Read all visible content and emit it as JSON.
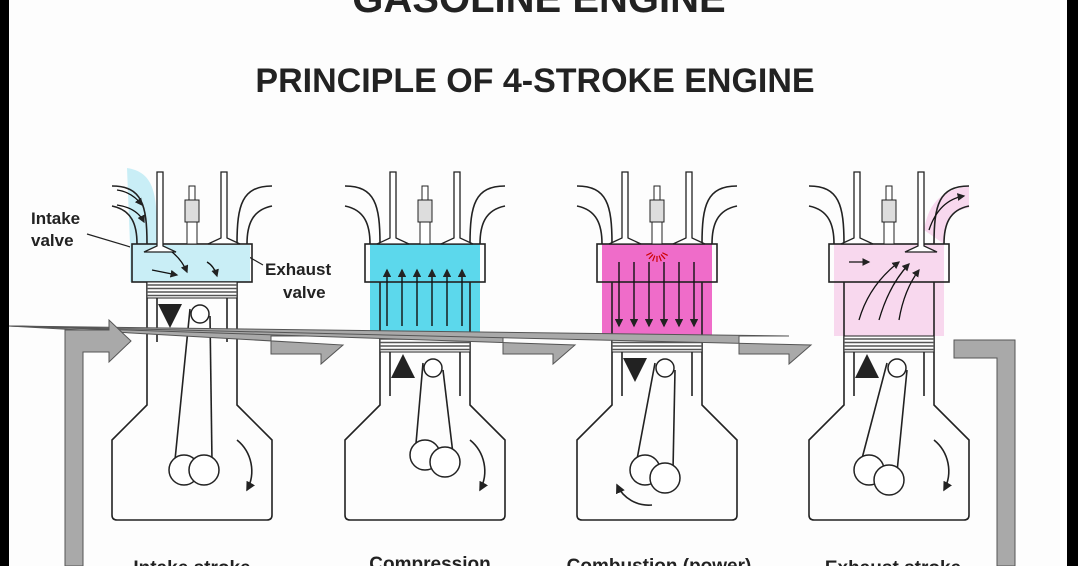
{
  "header": {
    "title": "GASOLINE ENGINE",
    "subtitle": "PRINCIPLE OF 4-STROKE ENGINE"
  },
  "callouts": {
    "intake_valve": [
      "Intake",
      "valve"
    ],
    "exhaust_valve": [
      "Exhaust",
      "valve"
    ]
  },
  "strokes": [
    {
      "label": "Intake stroke",
      "color": "#c9eef6",
      "piston": "down",
      "flow": "intake"
    },
    {
      "label": "Compression",
      "color": "#5cd8ec",
      "piston": "up",
      "flow": "compress"
    },
    {
      "label": "Combustion (power)",
      "color": "#ef6cc9",
      "piston": "down",
      "flow": "power"
    },
    {
      "label": "Exhaust stroke",
      "color": "#f8d8ee",
      "piston": "up",
      "flow": "exhaust"
    }
  ],
  "colors": {
    "arrow": "#a9a9a9",
    "line": "#222222"
  }
}
